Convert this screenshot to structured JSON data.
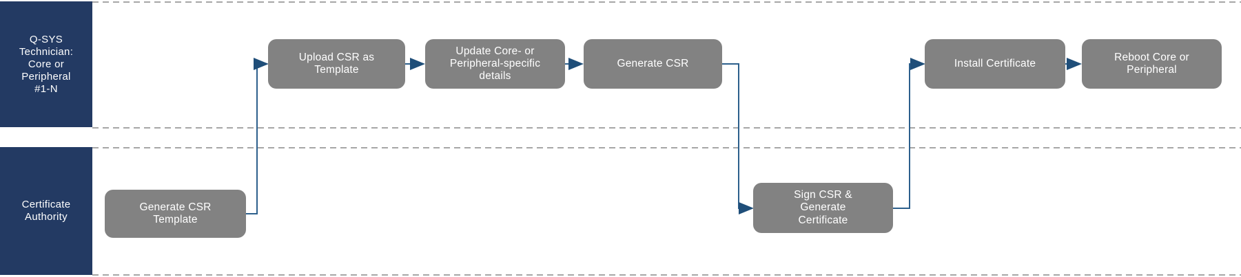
{
  "diagram": {
    "type": "swimlane-flowchart",
    "lanes": [
      {
        "id": "technician",
        "label": "Q-SYS\nTechnician:\nCore or\nPeripheral\n#1-N"
      },
      {
        "id": "certificate-authority",
        "label": "Certificate\nAuthority"
      }
    ],
    "nodes": [
      {
        "id": "upload-csr-as-template",
        "lane": "technician",
        "label": "Upload CSR as\nTemplate"
      },
      {
        "id": "update-details",
        "lane": "technician",
        "label": "Update Core- or\nPeripheral-specific\ndetails"
      },
      {
        "id": "generate-csr",
        "lane": "technician",
        "label": "Generate CSR"
      },
      {
        "id": "install-certificate",
        "lane": "technician",
        "label": "Install Certificate"
      },
      {
        "id": "reboot-core-or-peripheral",
        "lane": "technician",
        "label": "Reboot Core or\nPeripheral"
      },
      {
        "id": "generate-csr-template",
        "lane": "certificate-authority",
        "label": "Generate CSR\nTemplate"
      },
      {
        "id": "sign-csr-generate-certificate",
        "lane": "certificate-authority",
        "label": "Sign CSR &\nGenerate\nCertificate"
      }
    ],
    "edges": [
      {
        "from": "Generate CSR Template",
        "to": "Upload CSR as Template"
      },
      {
        "from": "Upload CSR as Template",
        "to": "Update Core- or Peripheral-specific details"
      },
      {
        "from": "Update Core- or Peripheral-specific details",
        "to": "Generate CSR"
      },
      {
        "from": "Generate CSR",
        "to": "Sign CSR & Generate Certificate"
      },
      {
        "from": "Sign CSR & Generate Certificate",
        "to": "Install Certificate"
      },
      {
        "from": "Install Certificate",
        "to": "Reboot Core or Peripheral"
      }
    ],
    "colors": {
      "lane_label_bg": "#233a63",
      "node_bg": "#828282",
      "node_text": "#ffffff",
      "connector_line": "#2c5f8c",
      "arrowhead": "#1f4e79",
      "lane_border": "#a6a6a6",
      "background": "#ffffff"
    }
  }
}
